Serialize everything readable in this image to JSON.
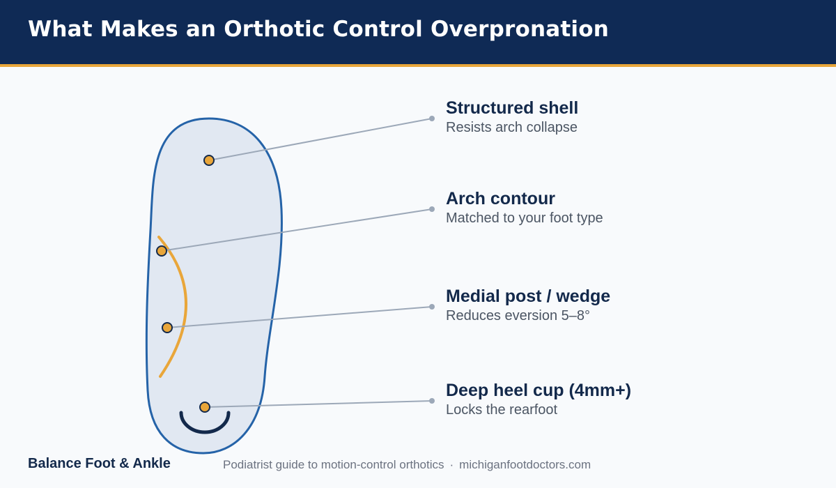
{
  "header": {
    "title": "What Makes an Orthotic Control Overpronation"
  },
  "colors": {
    "header_bg": "#0f2a55",
    "accent": "#e9a63a",
    "insole_fill": "#e1e8f2",
    "insole_stroke": "#2563a8",
    "connector": "#9ca8b8"
  },
  "callouts": [
    {
      "title": "Structured shell",
      "description": "Resists arch collapse"
    },
    {
      "title": "Arch contour",
      "description": "Matched to your foot type"
    },
    {
      "title": "Medial post / wedge",
      "description": "Reduces eversion 5–8°"
    },
    {
      "title": "Deep heel cup (4mm+)",
      "description": "Locks the rearfoot"
    }
  ],
  "footer": {
    "brand": "Balance Foot & Ankle",
    "tagline": "Podiatrist guide to motion-control orthotics",
    "separator": "·",
    "website": "michiganfootdoctors.com"
  }
}
